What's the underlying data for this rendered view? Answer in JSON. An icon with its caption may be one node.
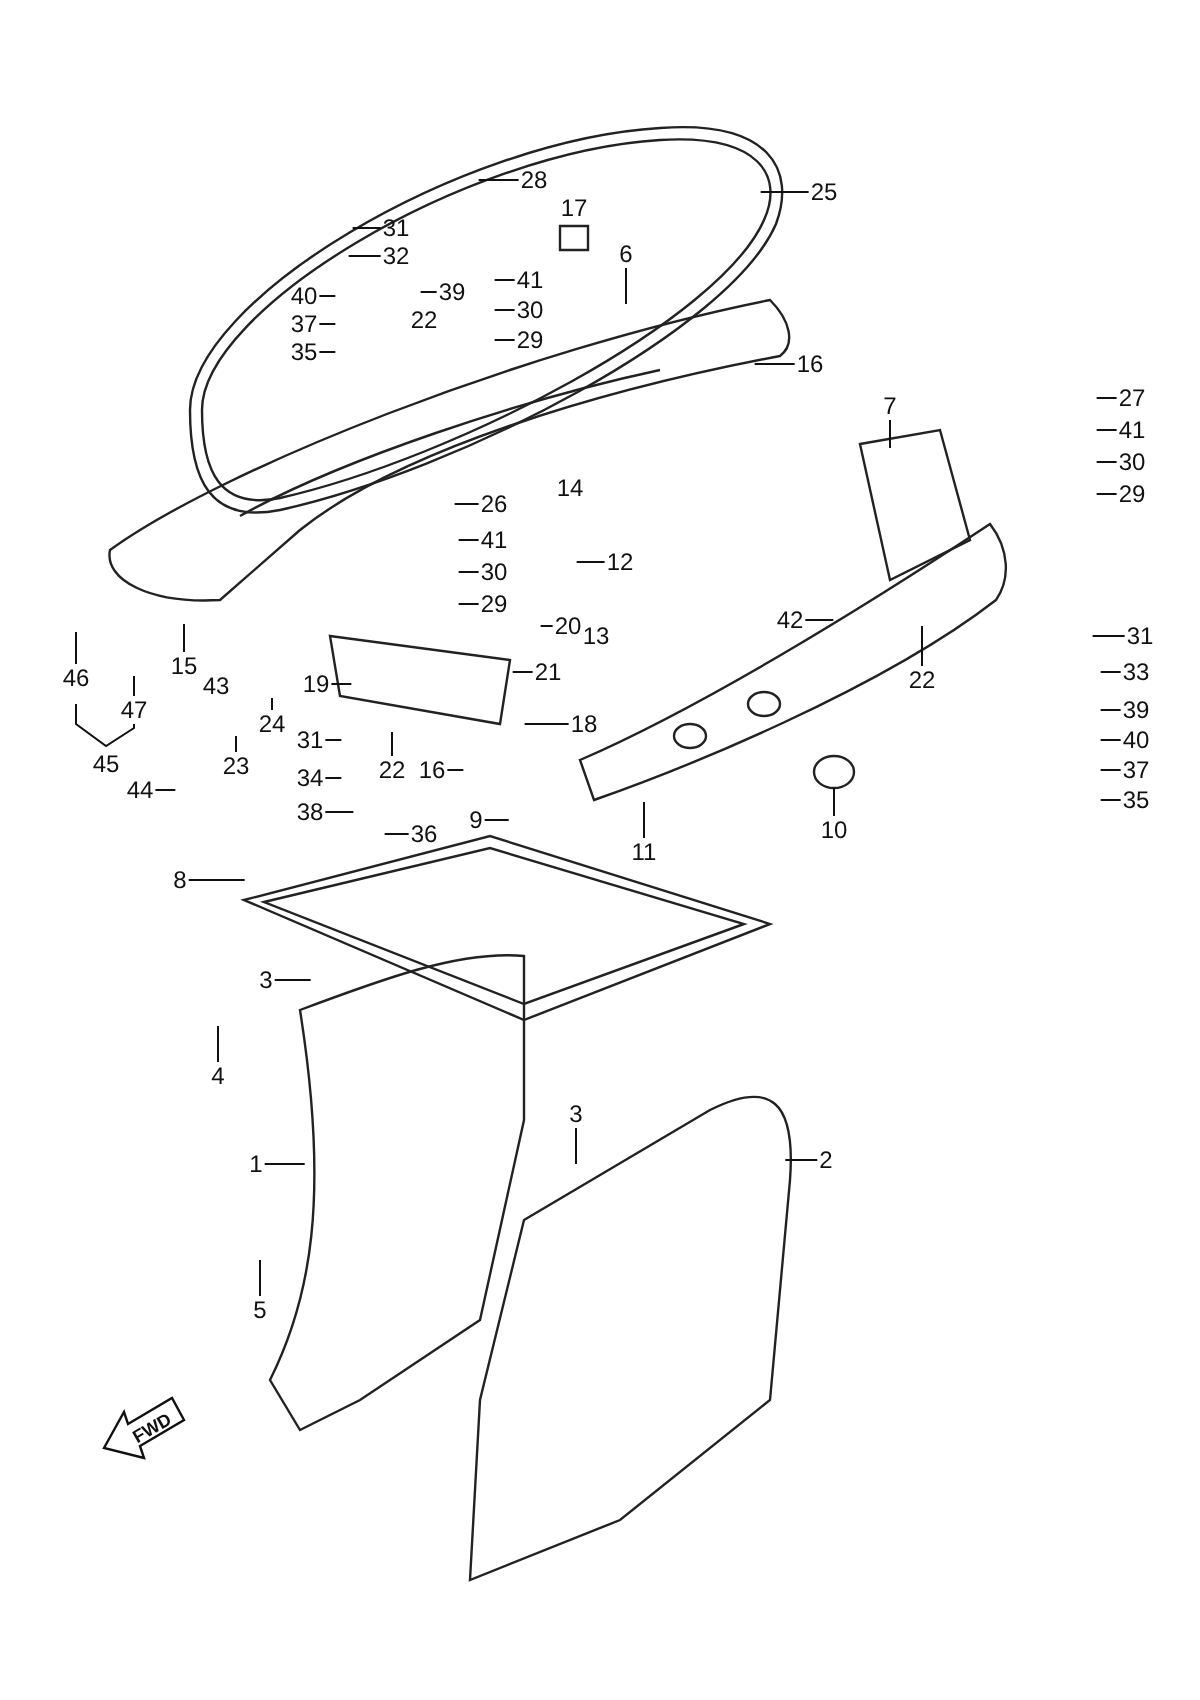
{
  "diagram": {
    "nodes": [
      {
        "text": [
          "28"
        ]
      },
      {
        "text": [
          "25"
        ]
      },
      {
        "text": [
          "31"
        ]
      },
      {
        "text": [
          "32"
        ]
      },
      {
        "text": [
          "41"
        ]
      },
      {
        "text": [
          "39"
        ]
      },
      {
        "text": [
          "30"
        ]
      },
      {
        "text": [
          "40"
        ]
      },
      {
        "text": [
          "37"
        ]
      },
      {
        "text": [
          "35"
        ]
      },
      {
        "text": [
          "29"
        ]
      },
      {
        "text": [
          "6"
        ]
      },
      {
        "text": [
          "16"
        ]
      },
      {
        "text": [
          "27"
        ]
      },
      {
        "text": [
          "41"
        ]
      },
      {
        "text": [
          "30"
        ]
      },
      {
        "text": [
          "29"
        ]
      },
      {
        "text": [
          "7"
        ]
      },
      {
        "text": [
          "26"
        ]
      },
      {
        "text": [
          "12"
        ]
      },
      {
        "text": [
          "41"
        ]
      },
      {
        "text": [
          "30"
        ]
      },
      {
        "text": [
          "29"
        ]
      },
      {
        "text": [
          "20"
        ]
      },
      {
        "text": [
          "21"
        ]
      },
      {
        "text": [
          "42"
        ]
      },
      {
        "text": [
          "31"
        ]
      },
      {
        "text": [
          "33"
        ]
      },
      {
        "text": [
          "15"
        ]
      },
      {
        "text": [
          "46"
        ]
      },
      {
        "text": [
          "47"
        ]
      },
      {
        "text": [
          "19"
        ]
      },
      {
        "text": [
          "23"
        ]
      },
      {
        "text": [
          "24"
        ]
      },
      {
        "text": [
          "18"
        ]
      },
      {
        "text": [
          "22"
        ]
      },
      {
        "text": [
          "39"
        ]
      },
      {
        "text": [
          "40"
        ]
      },
      {
        "text": [
          "37"
        ]
      },
      {
        "text": [
          "31"
        ]
      },
      {
        "text": [
          "22"
        ]
      },
      {
        "text": [
          "44"
        ]
      },
      {
        "text": [
          "34"
        ]
      },
      {
        "text": [
          "16"
        ]
      },
      {
        "text": [
          "35"
        ]
      },
      {
        "text": [
          "38"
        ]
      },
      {
        "text": [
          "9"
        ]
      },
      {
        "text": [
          "36"
        ]
      },
      {
        "text": [
          "10"
        ]
      },
      {
        "text": [
          "11"
        ]
      },
      {
        "text": [
          "8"
        ]
      },
      {
        "text": [
          "3"
        ]
      },
      {
        "text": [
          "4"
        ]
      },
      {
        "text": [
          "3"
        ]
      },
      {
        "text": [
          "1"
        ]
      },
      {
        "text": [
          "2"
        ]
      },
      {
        "text": [
          "5"
        ]
      }
    ],
    "edges": [
      {
        "from": 0,
        "to": null,
        "arrow": "none"
      },
      {
        "from": 1,
        "to": null,
        "arrow": "none"
      },
      {
        "from": 2,
        "to": null,
        "arrow": "none"
      },
      {
        "from": 3,
        "to": null,
        "arrow": "none"
      },
      {
        "from": 4,
        "to": null,
        "arrow": "none"
      },
      {
        "from": 5,
        "to": null,
        "arrow": "none"
      },
      {
        "from": 6,
        "to": null,
        "arrow": "none"
      },
      {
        "from": 7,
        "to": null,
        "arrow": "none"
      },
      {
        "from": 8,
        "to": null,
        "arrow": "none"
      },
      {
        "from": 9,
        "to": null,
        "arrow": "none"
      },
      {
        "from": 10,
        "to": null,
        "arrow": "none"
      },
      {
        "from": 11,
        "to": null,
        "arrow": "none"
      },
      {
        "from": 12,
        "to": null,
        "arrow": "none"
      },
      {
        "from": 13,
        "to": null,
        "arrow": "none"
      },
      {
        "from": 14,
        "to": null,
        "arrow": "none"
      },
      {
        "from": 15,
        "to": null,
        "arrow": "none"
      },
      {
        "from": 16,
        "to": null,
        "arrow": "none"
      },
      {
        "from": 17,
        "to": null,
        "arrow": "none"
      },
      {
        "from": 18,
        "to": null,
        "arrow": "none"
      },
      {
        "from": 19,
        "to": null,
        "arrow": "none"
      },
      {
        "from": 20,
        "to": null,
        "arrow": "none"
      },
      {
        "from": 21,
        "to": null,
        "arrow": "none"
      },
      {
        "from": 22,
        "to": null,
        "arrow": "none"
      },
      {
        "from": 23,
        "to": null,
        "arrow": "none"
      },
      {
        "from": 24,
        "to": null,
        "arrow": "none"
      },
      {
        "from": 25,
        "to": null,
        "arrow": "none"
      },
      {
        "from": 26,
        "to": null,
        "arrow": "none"
      },
      {
        "from": 27,
        "to": null,
        "arrow": "none"
      },
      {
        "from": 28,
        "to": null,
        "arrow": "none"
      },
      {
        "from": 29,
        "to": null,
        "arrow": "none"
      },
      {
        "from": 30,
        "to": null,
        "arrow": "none"
      },
      {
        "from": 31,
        "to": null,
        "arrow": "none"
      },
      {
        "from": 32,
        "to": null,
        "arrow": "none"
      },
      {
        "from": 33,
        "to": null,
        "arrow": "none"
      },
      {
        "from": 34,
        "to": null,
        "arrow": "none"
      },
      {
        "from": 35,
        "to": null,
        "arrow": "none"
      },
      {
        "from": 36,
        "to": null,
        "arrow": "none"
      },
      {
        "from": 37,
        "to": null,
        "arrow": "none"
      },
      {
        "from": 38,
        "to": null,
        "arrow": "none"
      },
      {
        "from": 39,
        "to": null,
        "arrow": "none"
      },
      {
        "from": 40,
        "to": null,
        "arrow": "none"
      },
      {
        "from": 41,
        "to": null,
        "arrow": "none"
      },
      {
        "from": 42,
        "to": null,
        "arrow": "none"
      },
      {
        "from": 43,
        "to": null,
        "arrow": "none"
      },
      {
        "from": 44,
        "to": null,
        "arrow": "none"
      },
      {
        "from": 45,
        "to": null,
        "arrow": "none"
      },
      {
        "from": 46,
        "to": null,
        "arrow": "none"
      },
      {
        "from": 47,
        "to": null,
        "arrow": "none"
      },
      {
        "from": 48,
        "to": null,
        "arrow": "none"
      },
      {
        "from": 49,
        "to": null,
        "arrow": "none"
      },
      {
        "from": 50,
        "to": null,
        "arrow": "none"
      },
      {
        "from": 51,
        "to": null,
        "arrow": "none"
      },
      {
        "from": 52,
        "to": null,
        "arrow": "none"
      },
      {
        "from": 53,
        "to": null,
        "arrow": "none"
      },
      {
        "from": 54,
        "to": null,
        "arrow": "none"
      },
      {
        "from": 55,
        "to": null,
        "arrow": "none"
      },
      {
        "from": 56,
        "to": null,
        "arrow": "none"
      }
    ],
    "labels": [
      "17",
      "22",
      "14",
      "13",
      "43",
      "45",
      "FWD"
    ]
  }
}
